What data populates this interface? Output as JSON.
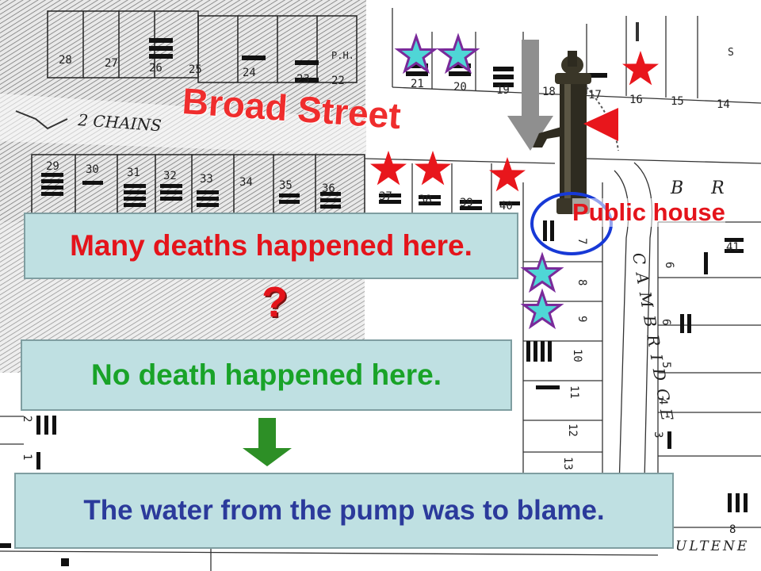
{
  "slide": {
    "street_label": "Broad Street",
    "public_house_label": "Public house",
    "question_mark": "?",
    "box_many_deaths": "Many deaths happened here.",
    "box_no_death": "No death happened here.",
    "box_conclusion": "The water from the pump was to blame."
  },
  "map": {
    "house_numbers_top": [
      "28",
      "27",
      "26",
      "25",
      "24",
      "23",
      "22",
      "21",
      "20",
      "19",
      "18",
      "17",
      "16",
      "15",
      "14"
    ],
    "house_numbers_row2": [
      "29",
      "30",
      "31",
      "32",
      "33",
      "34",
      "35",
      "36",
      "37",
      "38",
      "39",
      "40"
    ],
    "cambridge_street_numbers": [
      "7",
      "8",
      "9",
      "10",
      "11",
      "12",
      "13"
    ],
    "right_block_numbers": [
      "41",
      "6",
      "5",
      "4",
      "3",
      "8"
    ],
    "left_block_numbers": [
      "2",
      "1"
    ],
    "scale_label": "2 CHAINS",
    "street_letters_br": "B R",
    "cambridge_label": "CAMBRIDGE",
    "bottom_street_partial": "ULTENE",
    "corner_label": "P.H.",
    "corner_mark": "S"
  },
  "colors": {
    "death_star": "#e8161c",
    "no_death_star": "#4fd6d6",
    "no_death_star_outline": "#7a2a9a",
    "info_box_bg": "#bfe0e2",
    "many_deaths_text": "#e4141b",
    "no_death_text": "#19a328",
    "conclusion_text": "#2b3a9b",
    "down_arrow_gray": "#8f8f8f",
    "down_arrow_green": "#2d8f26",
    "circle_marker": "#1739d6"
  },
  "icons": {
    "pump": "water-pump-icon",
    "death": "red-star-icon",
    "no_death": "teal-star-icon",
    "pointer": "red-triangle-icon"
  }
}
